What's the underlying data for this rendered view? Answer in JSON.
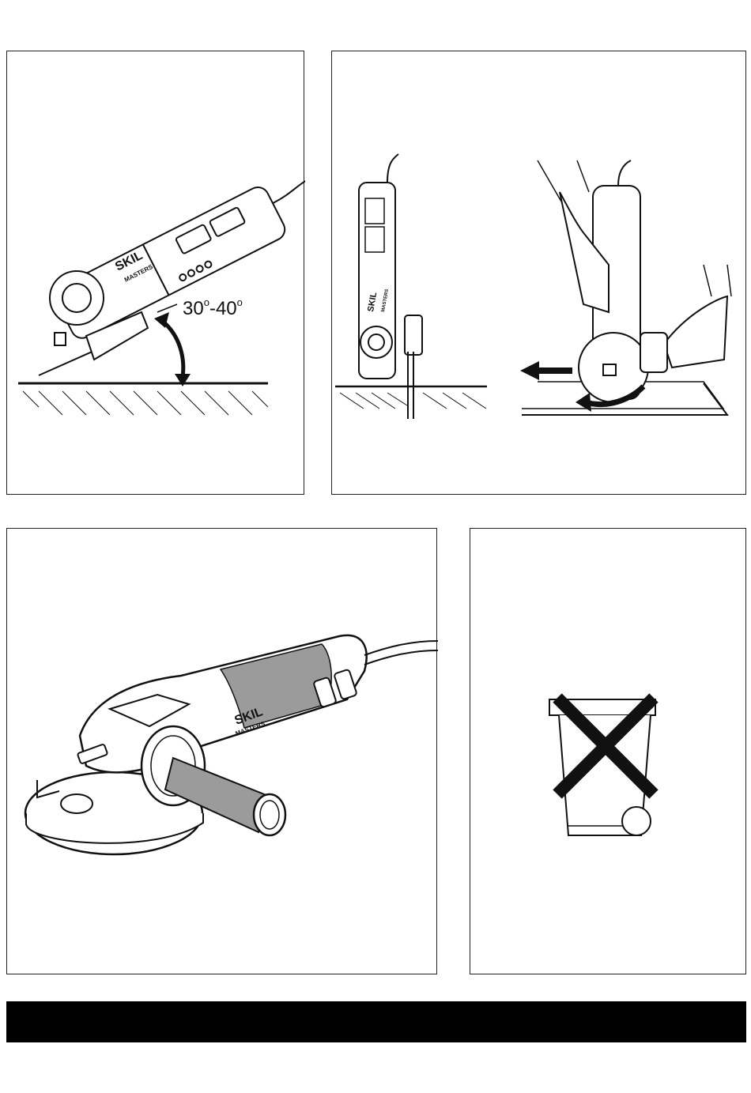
{
  "panel1": {
    "angle_from": "30",
    "angle_to": "40",
    "degree_mark": "o",
    "dash": "-",
    "brand": "SKIL",
    "sub_brand": "MASTERS"
  },
  "panel2": {
    "brand": "SKIL",
    "sub_brand": "MASTERS"
  },
  "panel3": {
    "brand": "SKIL",
    "sub_brand": "MASTERS"
  },
  "panel4": {
    "icon": "crossed-out-wheelie-bin-icon"
  },
  "footer_bar": {
    "color": "#000000"
  }
}
